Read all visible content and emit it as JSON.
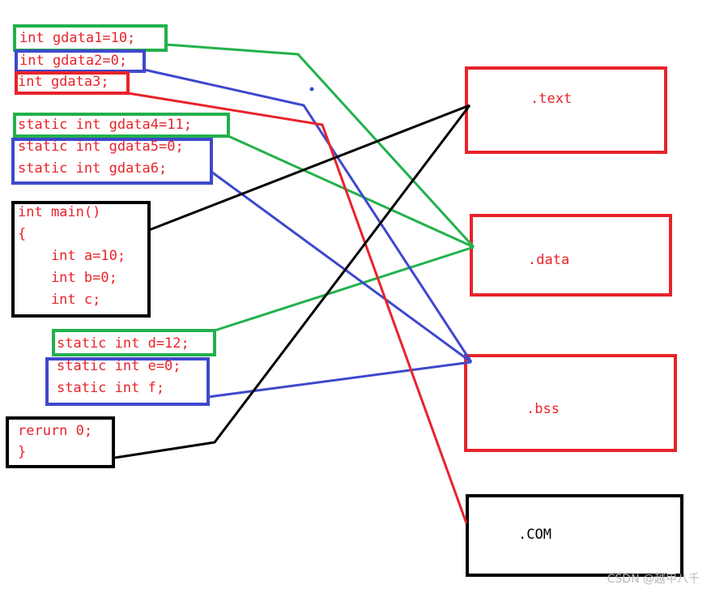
{
  "code_blocks": {
    "gdata1": "int gdata1=10;",
    "gdata2": "int gdata2=0;",
    "gdata3": "int gdata3;",
    "gdata4": "static int gdata4=11;",
    "gdata5": "static int gdata5=0;",
    "gdata6": "static int gdata6;",
    "main_lines": [
      "int main()",
      "{",
      "    int a=10;",
      "    int b=0;",
      "    int c;"
    ],
    "d": "static int d=12;",
    "e": "static int e=0;",
    "f": "static int f;",
    "return_lines": [
      "rerurn 0;",
      "}"
    ]
  },
  "segments": {
    "text": ".text",
    "data": ".data",
    "bss": ".bss",
    "com": ".COM"
  },
  "watermark": "CSDN @越甲八千",
  "colors": {
    "code_text": "#e8232a",
    "red": "#e8232a",
    "green": "#22b14c",
    "blue": "#3f48cc",
    "black": "#000000"
  }
}
